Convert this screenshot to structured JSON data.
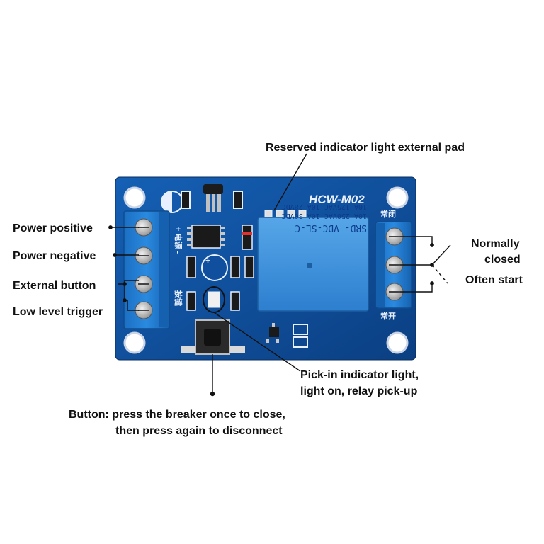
{
  "labels": {
    "reserved_pad": "Reserved indicator light external pad",
    "power_positive": "Power positive",
    "power_negative": "Power negative",
    "external_button": "External button",
    "low_level_trigger": "Low level trigger",
    "normally_closed_1": "Normally",
    "normally_closed_2": "closed",
    "often_start": "Often start",
    "pickin_1": "Pick-in indicator light,",
    "pickin_2": "light on, relay pick-up",
    "button_1": "Button: press the breaker once to close,",
    "button_2": "then press again to disconnect"
  },
  "board": {
    "model": "HCW-M02",
    "nc_mark": "常闭",
    "no_mark": "常开",
    "power_mark": "+ 电源 -",
    "button_mark": "按键",
    "relay_line1": "SRD-  VDC-SL-C",
    "relay_line2": "10A 250VAC  10A 30VDC",
    "relay_line3": "10A 125VAC  10A 28VDC"
  },
  "colors": {
    "pcb": "#0f4f9e",
    "relay": "#3b8fd9",
    "terminal": "#1f7fd6"
  }
}
